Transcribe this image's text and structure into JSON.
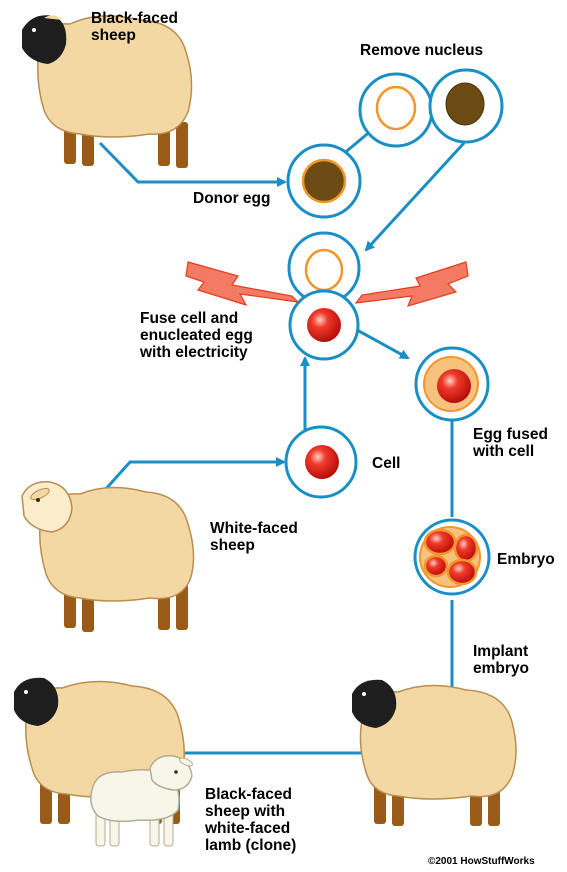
{
  "labels": {
    "black_faced_sheep": "Black-faced\nsheep",
    "remove_nucleus": "Remove nucleus",
    "donor_egg": "Donor egg",
    "fuse_cell": "Fuse cell and\nenucleated egg\nwith electricity",
    "egg_fused": "Egg fused\nwith cell",
    "cell": "Cell",
    "white_faced_sheep": "White-faced\nsheep",
    "embryo": "Embryo",
    "implant_embryo": "Implant\nembryo",
    "result": "Black-faced\nsheep with\nwhite-faced\nlamb (clone)"
  },
  "credit": "©2001 HowStuffWorks",
  "colors": {
    "line": "#1a8fc4",
    "cell_fill": "#ffffff",
    "egg_ring": "#f0962a",
    "nucleus": "#6b4a14",
    "red_nucleus": "#e8201c",
    "fused_fill": "#f7c17e",
    "sheep_body": "#f3d8a3",
    "sheep_legs": "#9a5a18",
    "face_black": "#1e1e1e",
    "lamb_body": "#f8f6e8",
    "spark": "#f47a63"
  }
}
